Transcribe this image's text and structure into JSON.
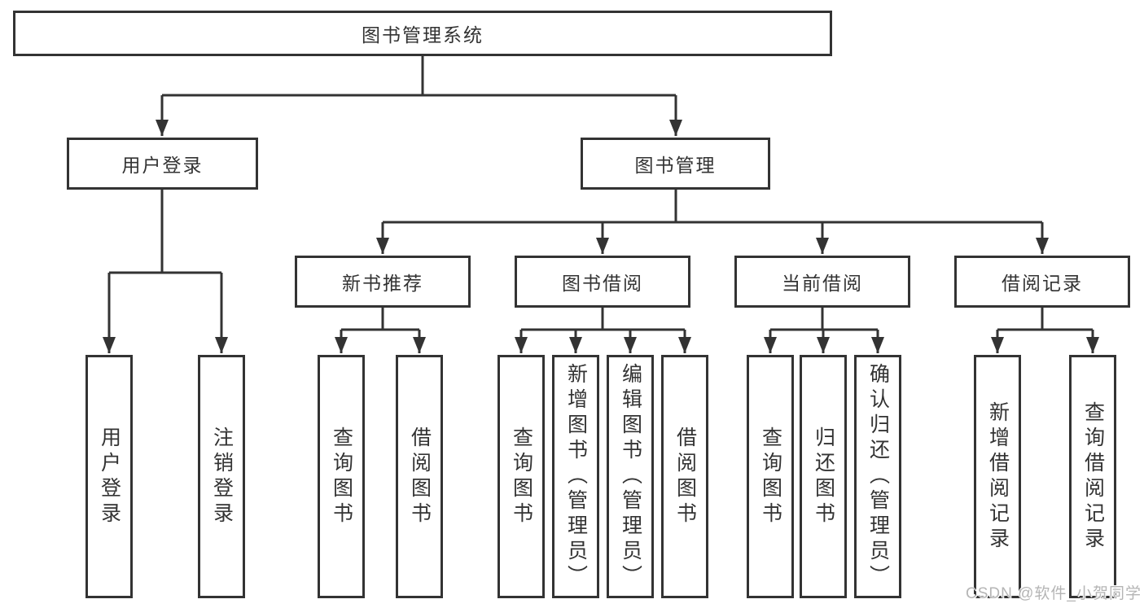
{
  "diagram": {
    "root": "图书管理系统",
    "level2": {
      "user_login": "用户登录",
      "book_mgmt": "图书管理"
    },
    "level3": {
      "new_books": "新书推荐",
      "book_borrow": "图书借阅",
      "current_borrow": "当前借阅",
      "borrow_records": "借阅记录"
    },
    "leaves": {
      "user_login": [
        "用户登录",
        "注销登录"
      ],
      "new_books": [
        "查询图书",
        "借阅图书"
      ],
      "book_borrow": [
        "查询图书",
        "新增图书（管理员）",
        "编辑图书（管理员）",
        "借阅图书"
      ],
      "current_borrow": [
        "查询图书",
        "归还图书",
        "确认归还（管理员）"
      ],
      "borrow_records": [
        "新增借阅记录",
        "查询借阅记录"
      ]
    },
    "watermark": "CSDN @软件_小贺同学",
    "colors": {
      "line": "#333333",
      "text": "#333333",
      "box_background": "#ffffff",
      "page_background": "#ffffff",
      "watermark": "#b5b5b5"
    }
  }
}
